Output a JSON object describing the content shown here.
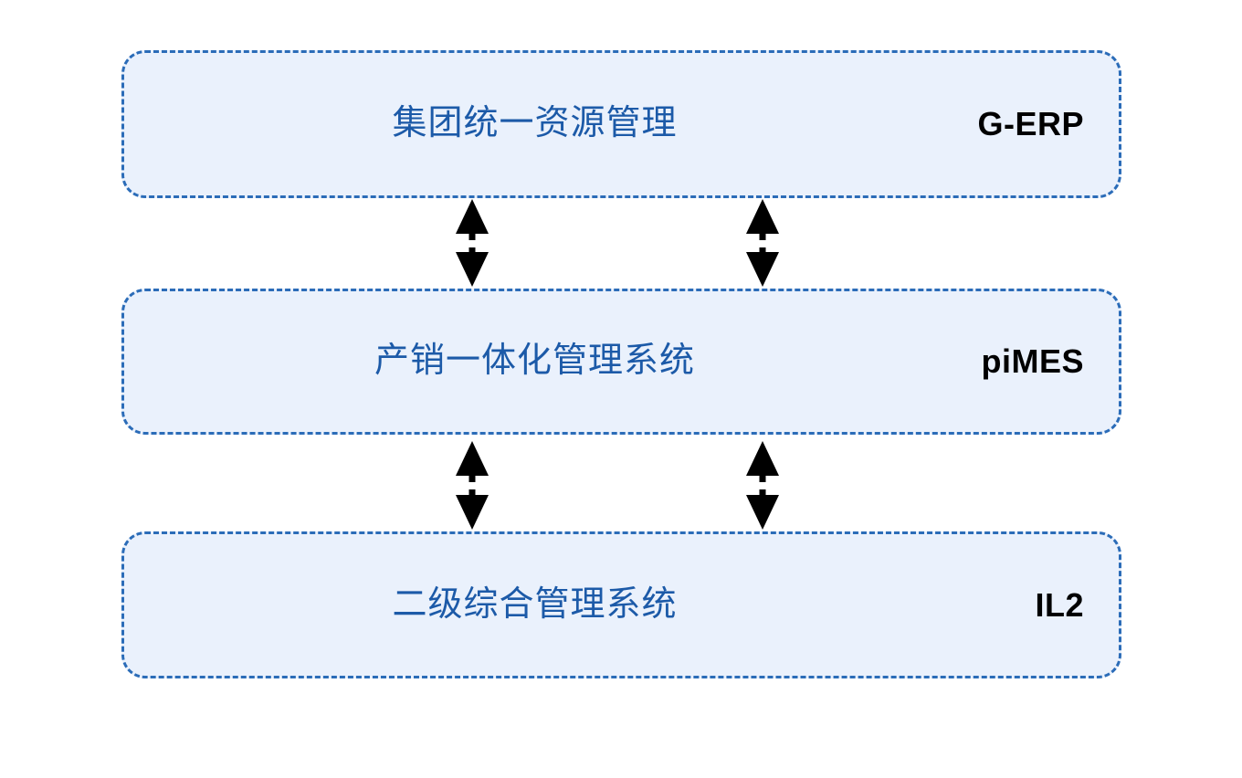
{
  "diagram": {
    "type": "layered-architecture",
    "background_color": "#ffffff",
    "box_fill_color": "#eaf1fc",
    "box_border_color": "#2b6cb8",
    "title_color": "#1c5aa8",
    "code_color": "#000000",
    "arrow_color": "#000000",
    "layers": [
      {
        "id": "layer-1",
        "title": "集团统一资源管理",
        "code": "G-ERP"
      },
      {
        "id": "layer-2",
        "title": "产销一体化管理系统",
        "code": "piMES"
      },
      {
        "id": "layer-3",
        "title": "二级综合管理系统",
        "code": "IL2"
      }
    ],
    "connectors": [
      {
        "id": "conn-a1",
        "from": "layer-1",
        "to": "layer-2",
        "style": "dashed",
        "direction": "bidirectional"
      },
      {
        "id": "conn-a2",
        "from": "layer-1",
        "to": "layer-2",
        "style": "dashed",
        "direction": "bidirectional"
      },
      {
        "id": "conn-b1",
        "from": "layer-2",
        "to": "layer-3",
        "style": "dashed",
        "direction": "bidirectional"
      },
      {
        "id": "conn-b2",
        "from": "layer-2",
        "to": "layer-3",
        "style": "dashed",
        "direction": "bidirectional"
      }
    ]
  }
}
